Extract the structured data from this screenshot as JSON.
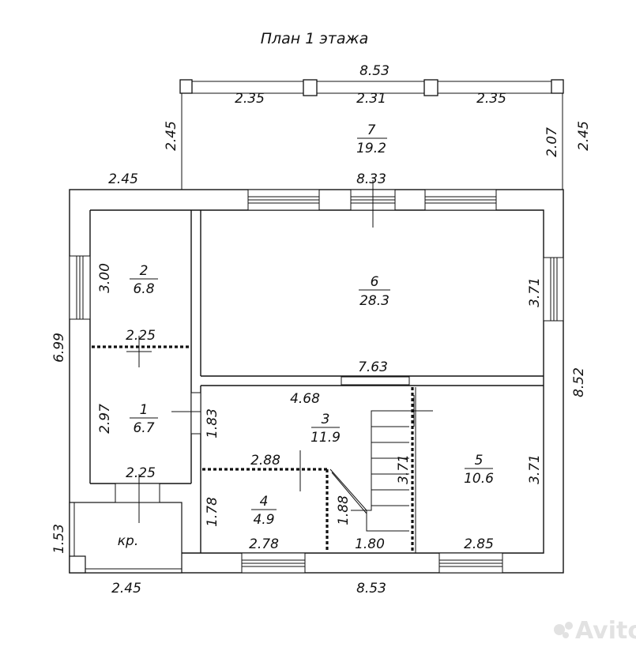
{
  "title": "План 1 этажа",
  "dimensions": {
    "top_total": "8.53",
    "terrace_seg_left": "2.35",
    "terrace_seg_mid": "2.31",
    "terrace_seg_right": "2.35",
    "terrace_height_left": "2.45",
    "terrace_inner_right": "2.07",
    "terrace_height_right": "2.45",
    "upper_left_width": "2.45",
    "inner_top": "8.33",
    "left_total": "6.99",
    "right_total": "8.52",
    "room2_height": "3.00",
    "room2_width": "2.25",
    "room6_height": "3.71",
    "room6_bottom": "7.63",
    "room3_width": "4.68",
    "room3_height": "1.83",
    "room1_height": "2.97",
    "room1_width": "2.25",
    "room4_top": "2.88",
    "room4_height": "1.78",
    "room4_bottom": "2.78",
    "stair_height": "3.71",
    "stair_small": "1.88",
    "stair_bottom": "1.80",
    "room5_height": "3.71",
    "room5_bottom": "2.85",
    "porch_height": "1.53",
    "porch_width": "2.45",
    "bottom_total": "8.53"
  },
  "rooms": [
    {
      "number": "7",
      "area": "19.2"
    },
    {
      "number": "2",
      "area": "6.8"
    },
    {
      "number": "6",
      "area": "28.3"
    },
    {
      "number": "1",
      "area": "6.7"
    },
    {
      "number": "3",
      "area": "11.9"
    },
    {
      "number": "4",
      "area": "4.9"
    },
    {
      "number": "5",
      "area": "10.6"
    }
  ],
  "porch_label": "кр.",
  "watermark": "Avito"
}
